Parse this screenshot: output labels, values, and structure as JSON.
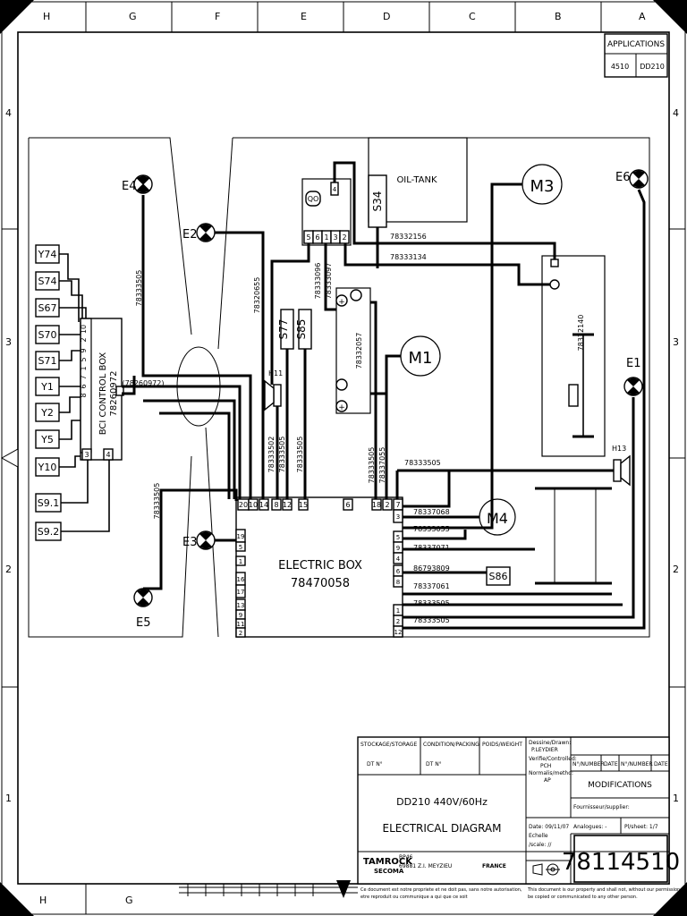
{
  "frame": {
    "top_letters": [
      "H",
      "G",
      "F",
      "E",
      "D",
      "C",
      "B",
      "A"
    ],
    "bottom_letters": [
      "H",
      "G"
    ],
    "side_numbers": [
      "4",
      "3",
      "2",
      "1"
    ]
  },
  "applications": {
    "title": "APPLICATIONS",
    "cells": [
      "4510",
      "DD210"
    ]
  },
  "components": {
    "oil_tank": "OIL-TANK",
    "s34": "S34",
    "qo": "QO",
    "m3": "M3",
    "m1": "M1",
    "m4": "M4",
    "e1": "E1",
    "e2": "E2",
    "e3": "E3",
    "e4": "E4",
    "e5": "E5",
    "e6": "E6",
    "h11": "H11",
    "h13": "H13",
    "s77": "S77",
    "s85": "S85",
    "s86": "S86",
    "bci_label": "BCI CONTROL BOX",
    "bci_number": "78260972",
    "bci_ref": "(78260972)",
    "electric_box_label": "ELECTRIC BOX",
    "electric_box_number": "78470058",
    "left_inputs": [
      "Y74",
      "S74",
      "S67",
      "S70",
      "S71",
      "Y1",
      "Y2",
      "Y5",
      "Y10",
      "S9.1",
      "S9.2"
    ],
    "bci_pins": [
      "1",
      "2",
      "3",
      "4",
      "5",
      "6",
      "7",
      "8",
      "9",
      "10",
      "3",
      "4"
    ],
    "qo_pins": [
      "5",
      "6",
      "1",
      "3",
      "2",
      "4"
    ],
    "eb_top_pins": [
      "20",
      "10",
      "14",
      "8",
      "12",
      "15",
      "6",
      "18",
      "2",
      "7"
    ],
    "eb_left_pins": [
      "19",
      "5",
      "1",
      "16",
      "17",
      "13",
      "9",
      "11",
      "2"
    ],
    "eb_right_pins": [
      "3",
      "5",
      "9",
      "4",
      "6",
      "8",
      "1",
      "2",
      "12"
    ]
  },
  "wires": {
    "w_78332156": "78332156",
    "w_78333134": "78333134",
    "w_78320655": "78320655",
    "w_78333096": "78333096",
    "w_78333097": "78333097",
    "w_78332057": "78332057",
    "w_78333505_a": "78333505",
    "w_78333505_b": "78333505",
    "w_78333502": "78333502",
    "w_78333505_c": "78333505",
    "w_78333505_d": "78333505",
    "w_78333505_e": "78333505",
    "w_78337055": "78337055",
    "w_78333505_h": "78333505",
    "w_78332140": "78332140",
    "right_labels": [
      "78337068",
      "78333055",
      "78337071",
      "86793809",
      "78337061",
      "78333505",
      "78333505"
    ]
  },
  "title_block": {
    "stockage": "STOCKAGE/STORAGE",
    "stockage_val": "DT N°",
    "condition": "CONDITION/PACKING",
    "condition_val": "DT N°",
    "poids": "POIDS/WEIGHT",
    "dessine": "Dessine/Drawn:",
    "dessine_val": "P.LEYDIER",
    "verifie": "Verifie/Controlled:",
    "verifie_val": "PCH",
    "normalis": "Normalis/metho:",
    "normalis_val": "AP",
    "title_line1": "DD210 440V/60Hz",
    "title_line2": "ELECTRICAL DIAGRAM",
    "n_number": "N°/NUMBER",
    "date": "DATE",
    "n_number2": "N°/NUMBER",
    "date2": "DATE",
    "modifications": "MODIFICATIONS",
    "fournisseur": "Fournisseur/supplier:",
    "date_label": "Date: 09/11/07",
    "echelle": "Echelle",
    "scale": "/scale: //",
    "analogues": "Analogues: -",
    "pl_sheet": "Pl/sheet: 1/7",
    "drawing_number": "78114510",
    "company": "TAMROCK",
    "company2": "SECOMA",
    "address1": "BP46",
    "address2": "69881 Z.I. MEYZIEU",
    "country": "FRANCE",
    "notice_fr1": "Ce document est notre propriete et ne doit pas, sans notre autorisation,",
    "notice_fr2": "etre reproduit ou communique a qui que ce soit",
    "notice_en1": "This document is our property and shall not, without our permission,",
    "notice_en2": "be copied or communicated to any other person."
  }
}
